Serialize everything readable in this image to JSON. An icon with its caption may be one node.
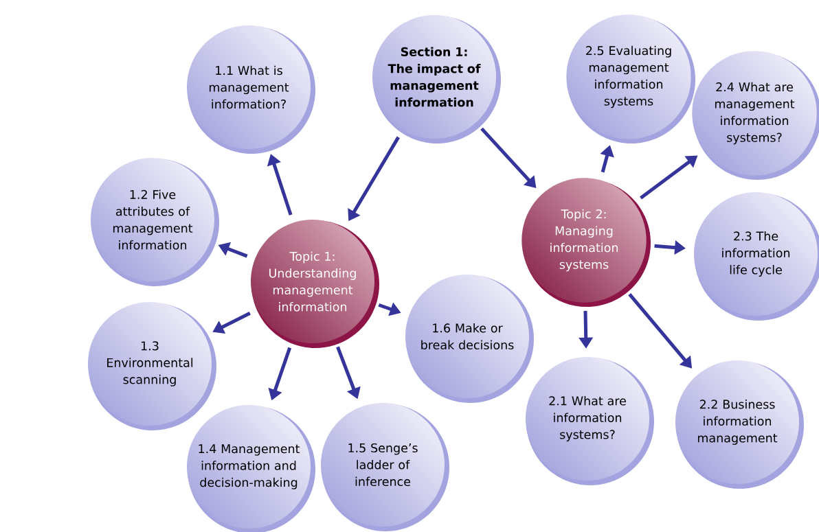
{
  "diagram": {
    "nodes": [
      {
        "text": [
          "**Section 1: The impact of management information**"
        ]
      },
      {
        "text": [
          "Topic 1: Understanding management information"
        ]
      },
      {
        "text": [
          "1.1 What is management information?"
        ]
      },
      {
        "text": [
          "1.2 Five attributes of management information"
        ]
      },
      {
        "text": [
          "1.3 Environmental scanning"
        ]
      },
      {
        "text": [
          "1.4 Management information and decision-making"
        ]
      },
      {
        "text": [
          "1.5 Senge’s ladder of inference"
        ]
      },
      {
        "text": [
          "1.6 Make or break decisions"
        ]
      },
      {
        "text": [
          "Topic 2: Managing information systems"
        ]
      },
      {
        "text": [
          "2.1 What are information systems?"
        ]
      },
      {
        "text": [
          "2.2 Business information management"
        ]
      },
      {
        "text": [
          "2.3 The information life cycle"
        ]
      },
      {
        "text": [
          "2.4 What are management information systems?"
        ]
      },
      {
        "text": [
          "2.5 Evaluating management information systems"
        ]
      }
    ],
    "edges": [
      {
        "from": 0,
        "to": 1,
        "arrow": "to"
      },
      {
        "from": 0,
        "to": 8,
        "arrow": "to"
      },
      {
        "from": 1,
        "to": 2,
        "arrow": "to"
      },
      {
        "from": 1,
        "to": 3,
        "arrow": "to"
      },
      {
        "from": 1,
        "to": 4,
        "arrow": "to"
      },
      {
        "from": 1,
        "to": 5,
        "arrow": "to"
      },
      {
        "from": 1,
        "to": 6,
        "arrow": "to"
      },
      {
        "from": 1,
        "to": 7,
        "arrow": "to"
      },
      {
        "from": 8,
        "to": 9,
        "arrow": "to"
      },
      {
        "from": 8,
        "to": 10,
        "arrow": "to"
      },
      {
        "from": 8,
        "to": 11,
        "arrow": "to"
      },
      {
        "from": 8,
        "to": 12,
        "arrow": "to"
      },
      {
        "from": 8,
        "to": 13,
        "arrow": "to"
      }
    ]
  }
}
